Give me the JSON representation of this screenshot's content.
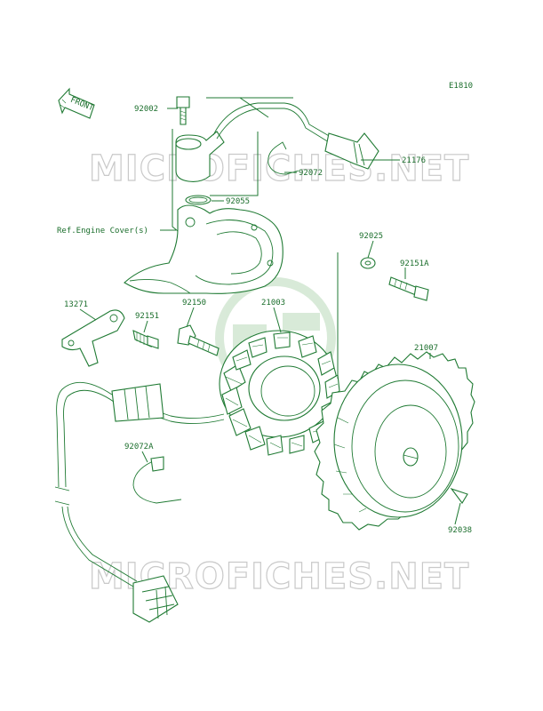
{
  "diagram_code": "E1810",
  "watermark_text": "MICROFICHES.NET",
  "front_arrow_label": "FRONT",
  "ref_note": "Ref.Engine Cover(s)",
  "parts": {
    "p92002": "92002",
    "p21176": "21176",
    "p92072": "92072",
    "p92055": "92055",
    "p92025": "92025",
    "p92151A": "92151A",
    "p13271": "13271",
    "p92151": "92151",
    "p92150": "92150",
    "p21003": "21003",
    "p21007": "21007",
    "p92072A": "92072A",
    "p92038": "92038"
  },
  "colors": {
    "line": "#1f7a33",
    "watermark": "#c9c9c9",
    "logo": "#b9d9b9"
  }
}
